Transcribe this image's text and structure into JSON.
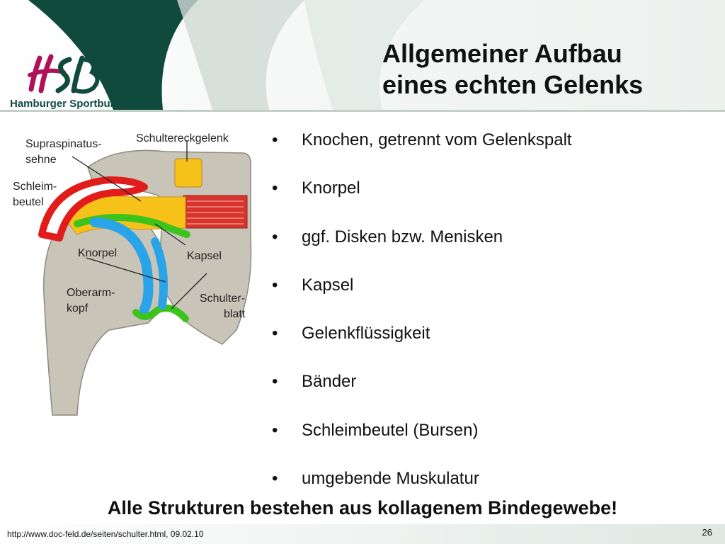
{
  "logo": {
    "mark_text": "HSB",
    "name": "Hamburger Sportbund"
  },
  "title": {
    "line1": "Allgemeiner Aufbau",
    "line2": "eines echten Gelenks"
  },
  "figure": {
    "labels": {
      "supraspinatus_1": "Supraspinatus-",
      "supraspinatus_2": "sehne",
      "schultereckgelenk": "Schultereckgelenk",
      "schleimbeutel_1": "Schleim-",
      "schleimbeutel_2": "beutel",
      "knorpel": "Knorpel",
      "kapsel": "Kapsel",
      "oberarmkopf_1": "Oberarm-",
      "oberarmkopf_2": "kopf",
      "schulterblatt_1": "Schulter-",
      "schulterblatt_2": "blatt"
    }
  },
  "bullet_symbol": "•",
  "bullets": [
    "Knochen, getrennt vom Gelenkspalt",
    "Knorpel",
    "ggf. Disken bzw. Menisken",
    "Kapsel",
    "Gelenkflüssigkeit",
    "Bänder",
    "Schleimbeutel (Bursen)",
    "umgebende Muskulatur"
  ],
  "summary": "Alle Strukturen bestehen aus kollagenem Bindegewebe!",
  "footer": {
    "source": "http://www.doc-feld.de/seiten/schulter.html, 09.02.10",
    "page_number": "26"
  },
  "colors": {
    "brand_green": "#0f4a3d",
    "brand_magenta": "#b0125a",
    "bone": "#c9c4b8",
    "bursa_red": "#e21b1b",
    "tendon_yellow": "#f6c21a",
    "capsule_green": "#3cc41c",
    "cartilage_blue": "#2aa4e8",
    "muscle_red": "#d9342b"
  }
}
